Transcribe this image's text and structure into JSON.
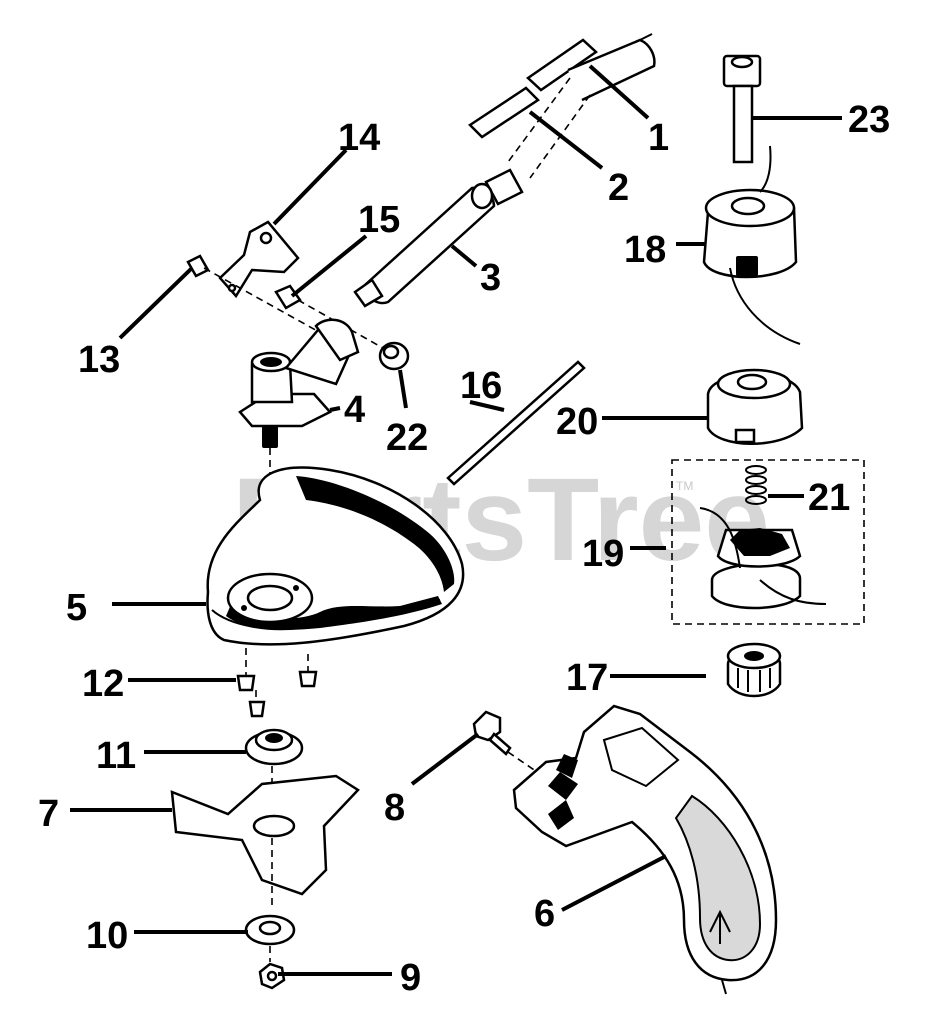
{
  "watermark": {
    "text": "PartsTree",
    "trademark": "TM"
  },
  "callouts": {
    "c1": "1",
    "c2": "2",
    "c3": "3",
    "c4": "4",
    "c5": "5",
    "c6": "6",
    "c7": "7",
    "c8": "8",
    "c9": "9",
    "c10": "10",
    "c11": "11",
    "c12": "12",
    "c13": "13",
    "c14": "14",
    "c15": "15",
    "c16": "16",
    "c17": "17",
    "c18": "18",
    "c19": "19",
    "c20": "20",
    "c21": "21",
    "c22": "22",
    "c23": "23"
  }
}
